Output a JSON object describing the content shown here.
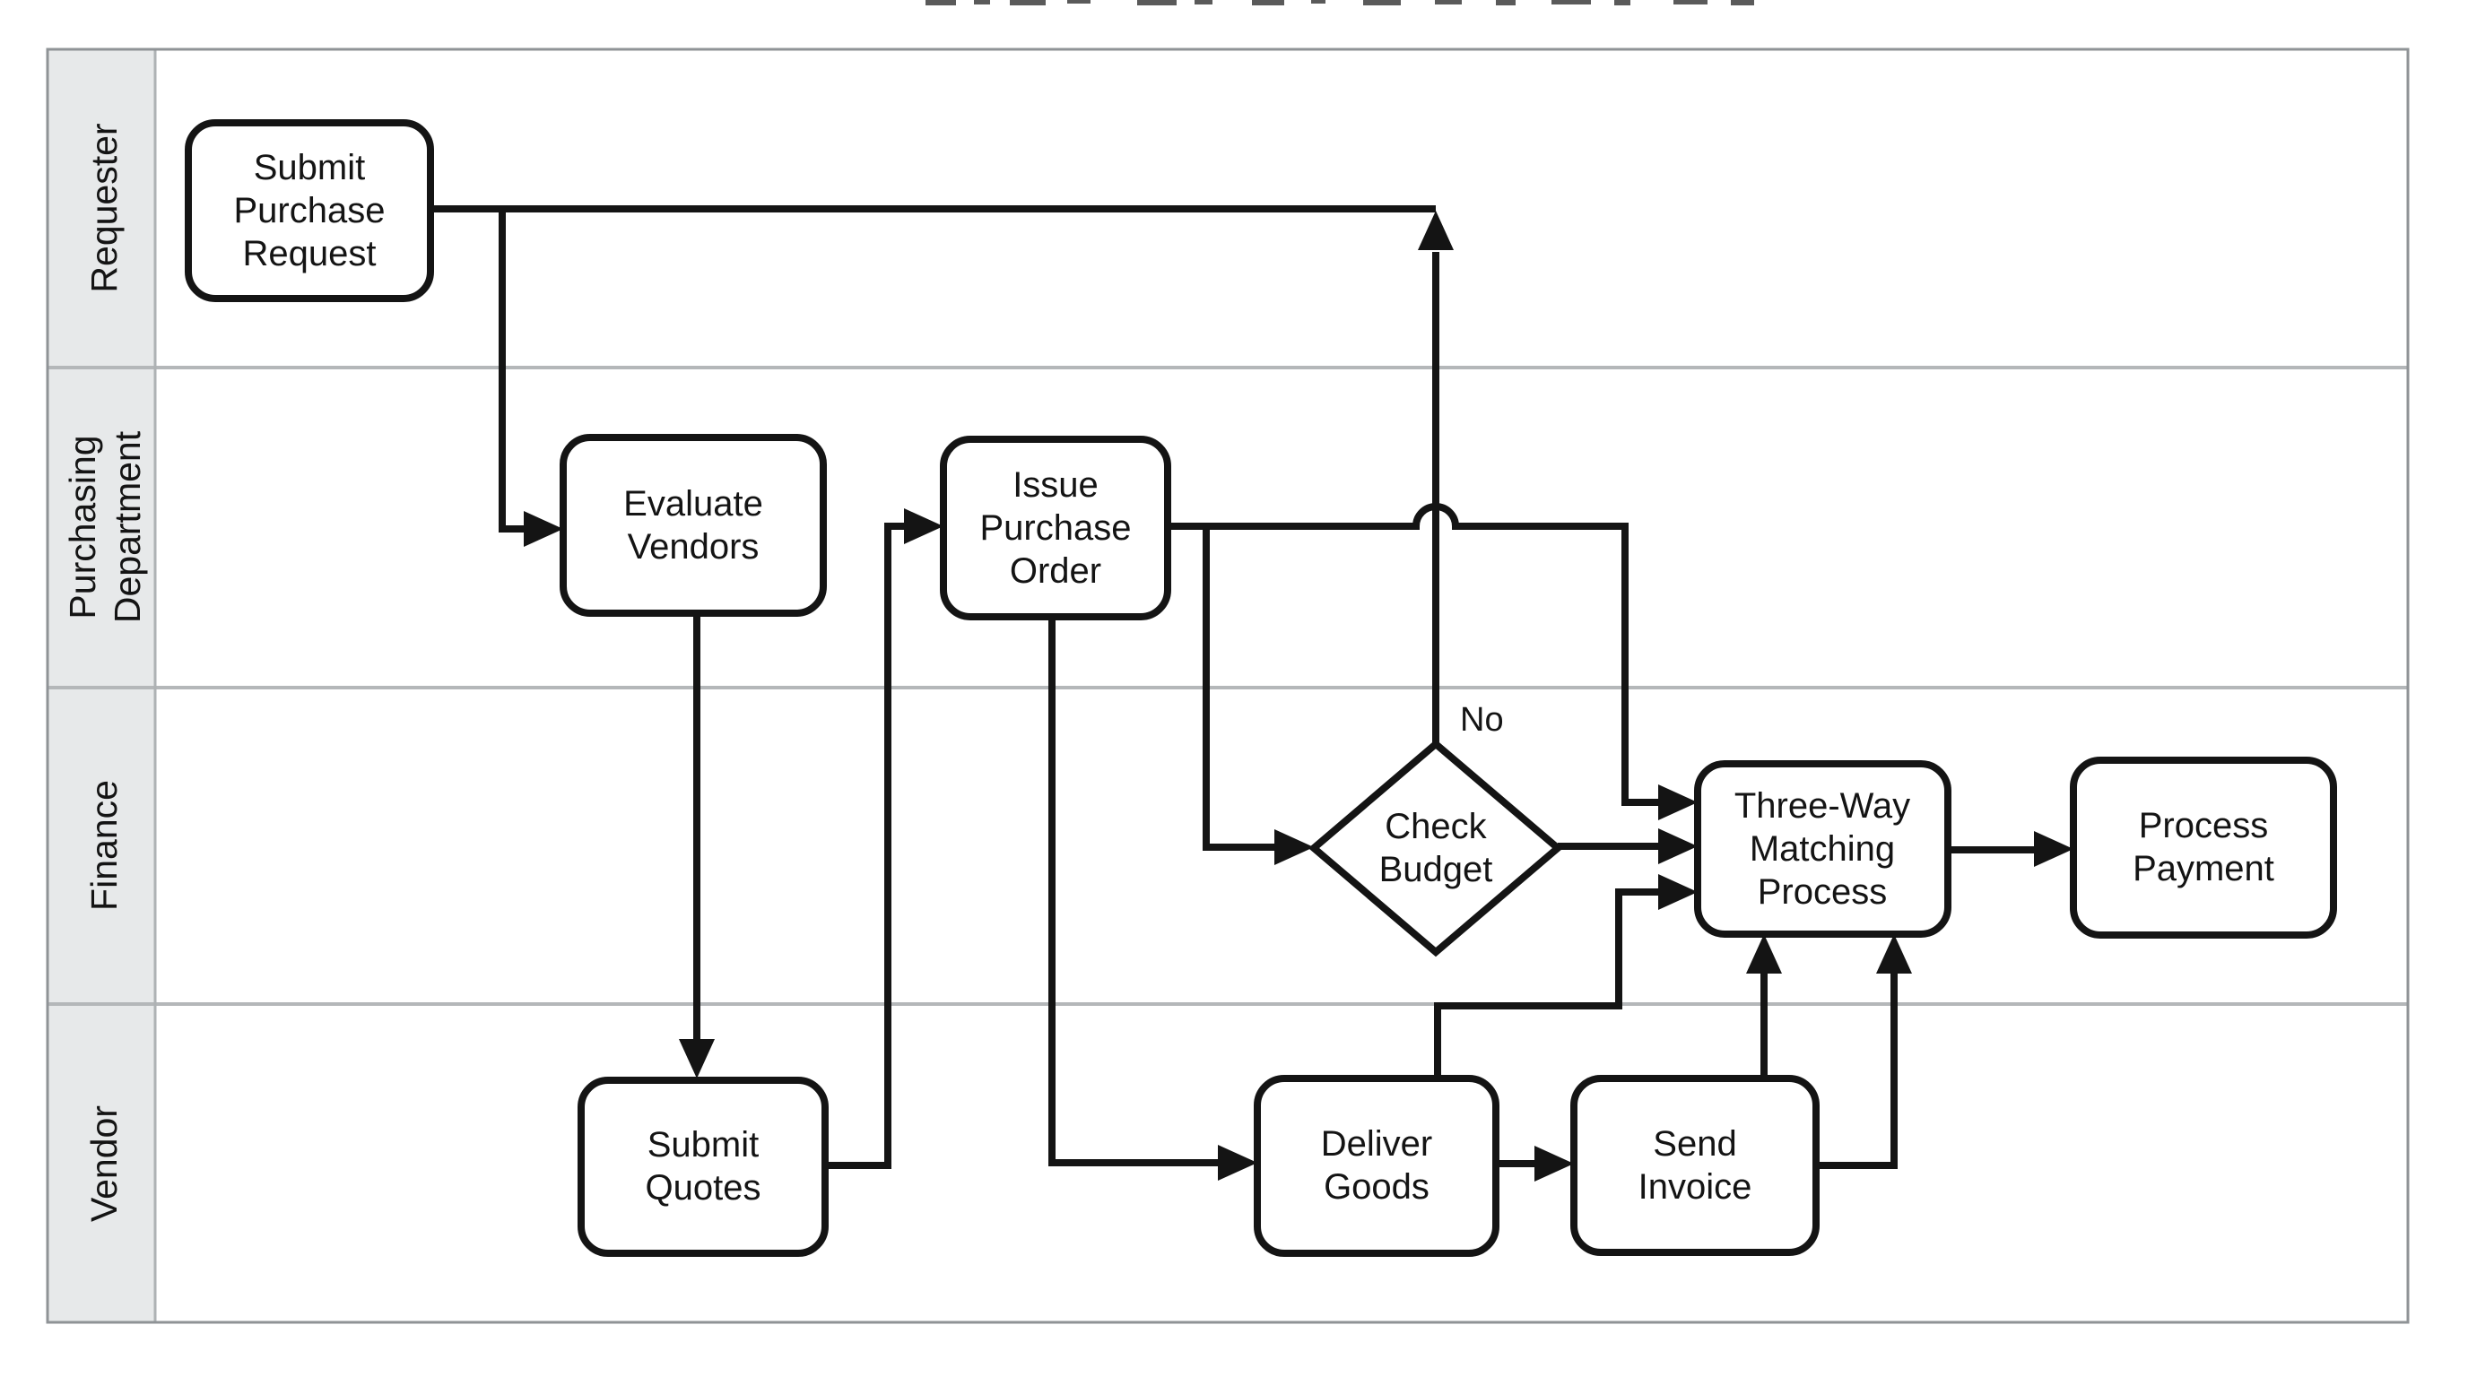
{
  "diagram_type": "swimlane-flowchart",
  "lanes": [
    {
      "id": "requester",
      "label": "Requester",
      "lines": [
        "Requester"
      ]
    },
    {
      "id": "purchasing",
      "label": "Purchasing Department",
      "lines": [
        "Purchasing",
        "Department"
      ]
    },
    {
      "id": "finance",
      "label": "Finance",
      "lines": [
        "Finance"
      ]
    },
    {
      "id": "vendor",
      "label": "Vendor",
      "lines": [
        "Vendor"
      ]
    }
  ],
  "nodes": {
    "submit_purchase_request": {
      "lane": "Requester",
      "shape": "rounded-rect",
      "label": "Submit Purchase Request",
      "lines": [
        "Submit",
        "Purchase",
        "Request"
      ]
    },
    "evaluate_vendors": {
      "lane": "Purchasing Department",
      "shape": "rounded-rect",
      "label": "Evaluate Vendors",
      "lines": [
        "Evaluate",
        "Vendors"
      ]
    },
    "issue_purchase_order": {
      "lane": "Purchasing Department",
      "shape": "rounded-rect",
      "label": "Issue Purchase Order",
      "lines": [
        "Issue",
        "Purchase",
        "Order"
      ]
    },
    "check_budget": {
      "lane": "Finance",
      "shape": "diamond",
      "label": "Check Budget",
      "lines": [
        "Check",
        "Budget"
      ]
    },
    "three_way_matching": {
      "lane": "Finance",
      "shape": "rounded-rect",
      "label": "Three-Way Matching Process",
      "lines": [
        "Three-Way",
        "Matching",
        "Process"
      ]
    },
    "process_payment": {
      "lane": "Finance",
      "shape": "rounded-rect",
      "label": "Process Payment",
      "lines": [
        "Process",
        "Payment"
      ]
    },
    "submit_quotes": {
      "lane": "Vendor",
      "shape": "rounded-rect",
      "label": "Submit Quotes",
      "lines": [
        "Submit",
        "Quotes"
      ]
    },
    "deliver_goods": {
      "lane": "Vendor",
      "shape": "rounded-rect",
      "label": "Deliver Goods",
      "lines": [
        "Deliver",
        "Goods"
      ]
    },
    "send_invoice": {
      "lane": "Vendor",
      "shape": "rounded-rect",
      "label": "Send Invoice",
      "lines": [
        "Send",
        "Invoice"
      ]
    }
  },
  "edge_labels": {
    "no": "No"
  },
  "edges": [
    {
      "from": "submit_purchase_request",
      "to": "evaluate_vendors"
    },
    {
      "from": "evaluate_vendors",
      "to": "submit_quotes"
    },
    {
      "from": "submit_quotes",
      "to": "issue_purchase_order"
    },
    {
      "from": "issue_purchase_order",
      "to": "deliver_goods"
    },
    {
      "from": "issue_purchase_order",
      "to": "check_budget"
    },
    {
      "from": "issue_purchase_order",
      "to": "three_way_matching"
    },
    {
      "from": "check_budget",
      "to": "submit_purchase_request",
      "label": "No"
    },
    {
      "from": "check_budget",
      "to": "three_way_matching"
    },
    {
      "from": "deliver_goods",
      "to": "send_invoice"
    },
    {
      "from": "deliver_goods",
      "to": "three_way_matching"
    },
    {
      "from": "send_invoice",
      "to": "three_way_matching",
      "via": "top"
    },
    {
      "from": "send_invoice",
      "to": "three_way_matching",
      "via": "right-loop"
    },
    {
      "from": "three_way_matching",
      "to": "process_payment"
    }
  ],
  "colors": {
    "ink": "#141414",
    "lane_fill": "#e7e9ea",
    "grid_line": "#b4b7b9",
    "frame_line": "#8f9396",
    "node_fill": "#ffffff",
    "background": "#ffffff"
  }
}
